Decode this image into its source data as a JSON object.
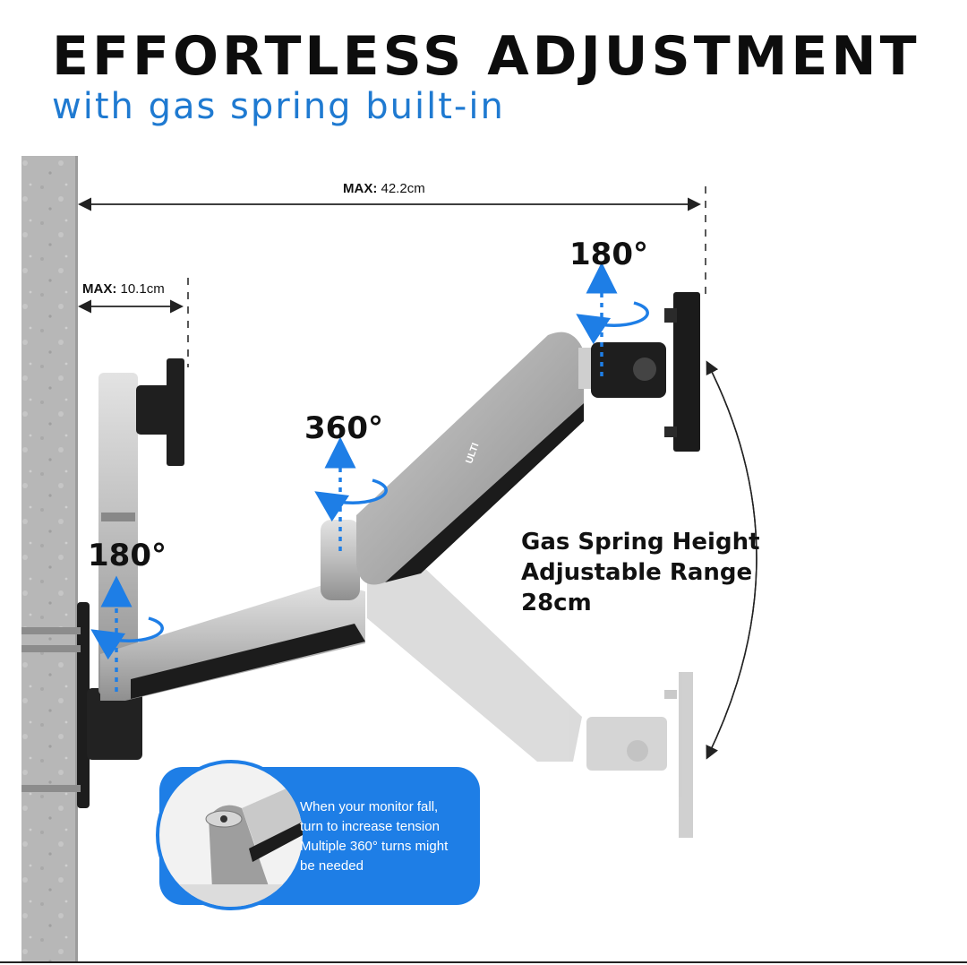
{
  "heading": {
    "title": "EFFORTLESS ADJUSTMENT",
    "subtitle": "with gas spring built-in"
  },
  "dimensions": {
    "max_reach_key": "MAX:",
    "max_reach_value": "42.2cm",
    "max_depth_key": "MAX:",
    "max_depth_value": "10.1cm"
  },
  "rotation_labels": {
    "monitor_tilt": "180°",
    "elbow_swivel": "360°",
    "base_swivel": "180°"
  },
  "height_range": {
    "line1": "Gas Spring Height",
    "line2": "Adjustable Range",
    "line3": "28cm"
  },
  "callout": {
    "line1": "When your monitor fall,",
    "line2": "turn to increase tension",
    "line3": "Multiple 360° turns might",
    "line4": "be needed"
  },
  "brand_mark": "ULTI",
  "colors": {
    "accent_blue": "#1e7ee6",
    "text_blue": "#1f7ad1",
    "arm_silver": "#c4c4c4",
    "arm_dark": "#1c1c1c",
    "wall_gray": "#b9b9b9"
  }
}
